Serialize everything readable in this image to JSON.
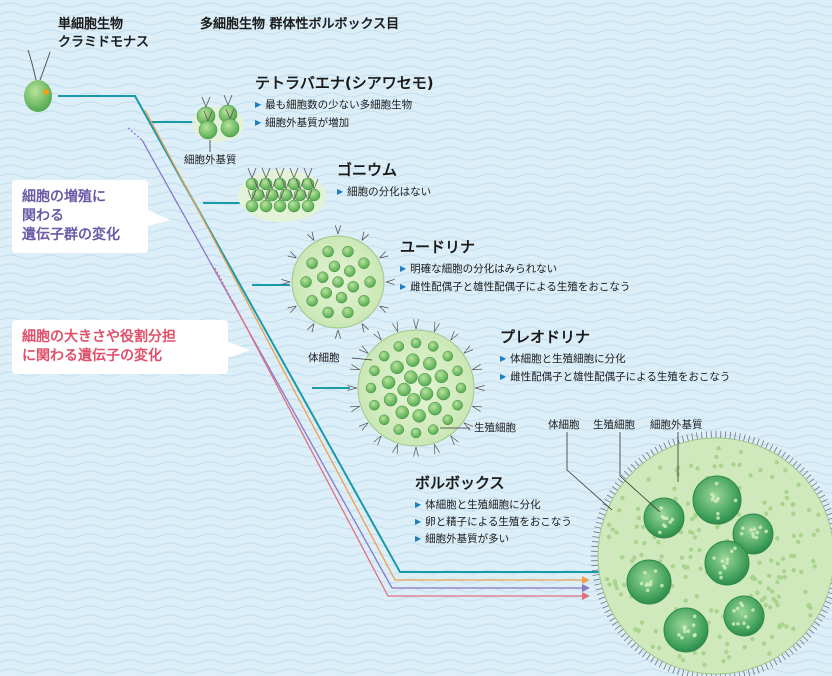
{
  "headers": {
    "unicellular_line1": "単細胞生物",
    "unicellular_line2": "クラミドモナス",
    "multicellular": "多細胞生物 群体性ボルボックス目"
  },
  "organisms": [
    {
      "name": "テトラバエナ(シアワセモ)",
      "bullets": [
        "最も細胞数の少ない多細胞生物",
        "細胞外基質が増加"
      ]
    },
    {
      "name": "ゴニウム",
      "bullets": [
        "細胞の分化はない"
      ]
    },
    {
      "name": "ユードリナ",
      "bullets": [
        "明確な細胞の分化はみられない",
        "雌性配偶子と雄性配偶子による生殖をおこなう"
      ]
    },
    {
      "name": "プレオドリナ",
      "bullets": [
        "体細胞と生殖細胞に分化",
        "雌性配偶子と雄性配偶子による生殖をおこなう"
      ]
    },
    {
      "name": "ボルボックス",
      "bullets": [
        "体細胞と生殖細胞に分化",
        "卵と精子による生殖をおこなう",
        "細胞外基質が多い"
      ]
    }
  ],
  "labels": {
    "tetrabaena_ecm": "細胞外基質",
    "pleodorina_somatic": "体細胞",
    "pleodorina_germ": "生殖細胞",
    "volvox_somatic": "体細胞",
    "volvox_germ": "生殖細胞",
    "volvox_ecm": "細胞外基質"
  },
  "callouts": {
    "proliferation": {
      "lines": [
        "細胞の増殖に",
        "関わる",
        "遺伝子群の変化"
      ],
      "color": "#6a5aa8"
    },
    "size_role": {
      "lines": [
        "細胞の大きさや役割分担",
        "に関わる遺伝子の変化"
      ],
      "color": "#e0506a"
    }
  },
  "colors": {
    "main_line": "#1a9aa8",
    "orange_line": "#f0a050",
    "purple_line": "#8878c8",
    "pink_line": "#e07080",
    "cell_green": "#5cb85c",
    "matrix_green": "#cfe9bc"
  }
}
